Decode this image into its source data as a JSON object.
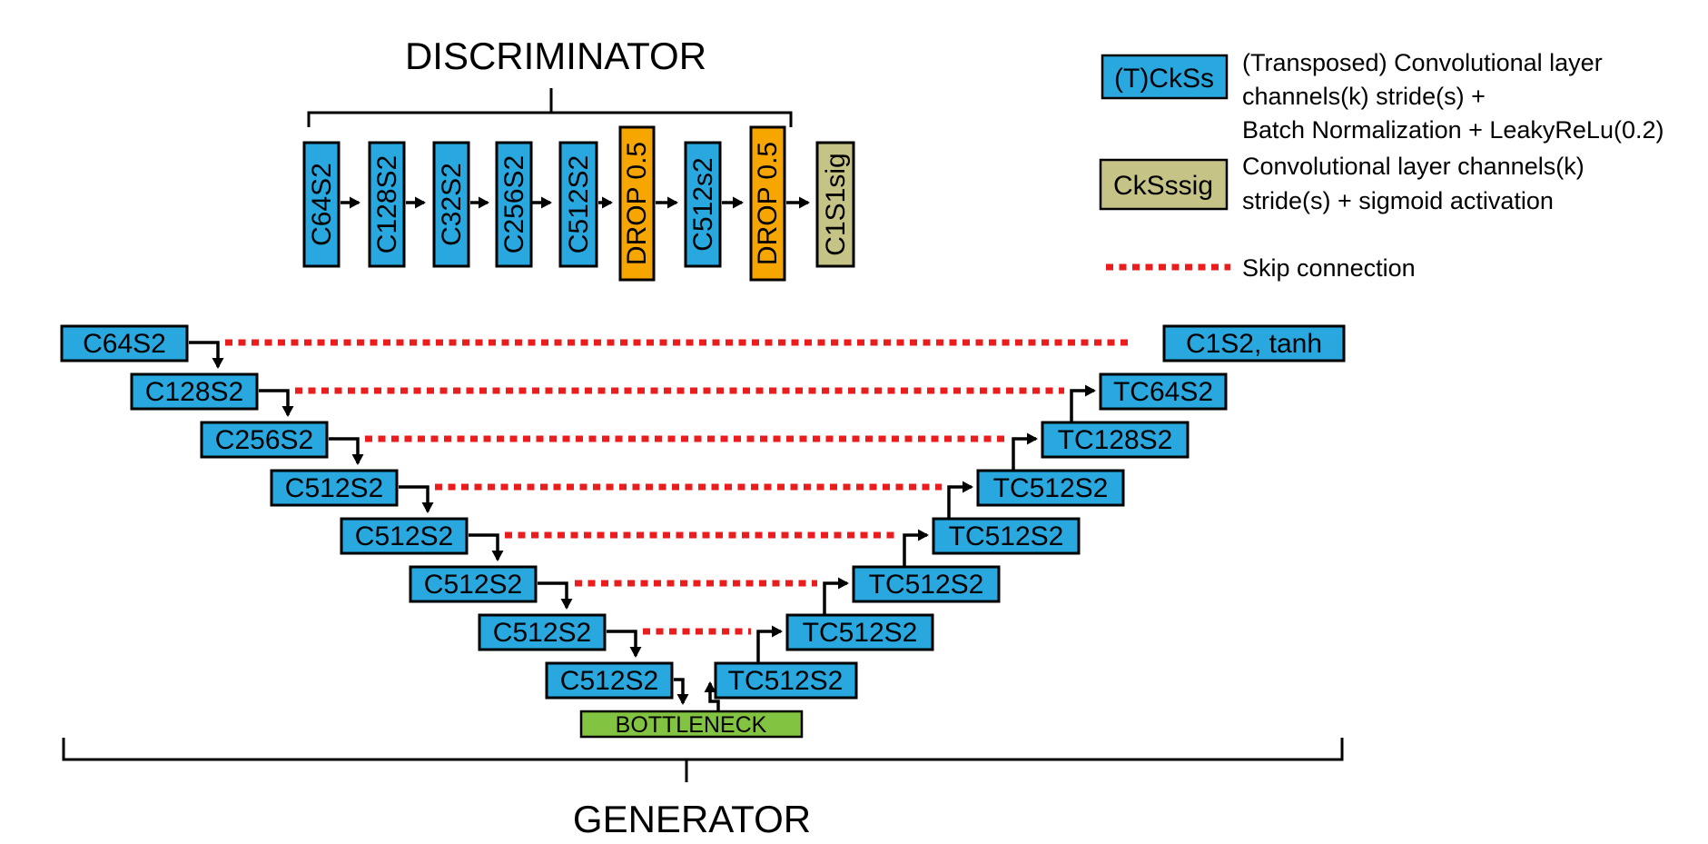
{
  "colors": {
    "blue": "#29A8E0",
    "orange": "#F7A600",
    "olive": "#C6C386",
    "green": "#82C341",
    "red": "#E91D1D",
    "stroke": "#000000"
  },
  "discriminator": {
    "title": "DISCRIMINATOR",
    "layers": [
      "C64S2",
      "C128S2",
      "C32S2",
      "C256S2",
      "C512S2",
      "DROP 0.5",
      "C512s2",
      "DROP 0.5",
      "C1S1sig"
    ]
  },
  "generator": {
    "title": "GENERATOR",
    "bottleneck": "BOTTLENECK",
    "encoder": [
      "C64S2",
      "C128S2",
      "C256S2",
      "C512S2",
      "C512S2",
      "C512S2",
      "C512S2",
      "C512S2"
    ],
    "decoder": [
      "C1S2, tanh",
      "TC64S2",
      "TC128S2",
      "TC512S2",
      "TC512S2",
      "TC512S2",
      "TC512S2",
      "TC512S2"
    ]
  },
  "legend": {
    "conv_swatch": "(T)CkSs",
    "conv_line1": "(Transposed) Convolutional layer",
    "conv_line2": "channels(k) stride(s) +",
    "conv_line3": "Batch Normalization + LeakyReLu(0.2)",
    "sig_swatch": "CkSssig",
    "sig_line1": "Convolutional layer channels(k)",
    "sig_line2": "stride(s) + sigmoid activation",
    "skip_label": "Skip connection"
  }
}
